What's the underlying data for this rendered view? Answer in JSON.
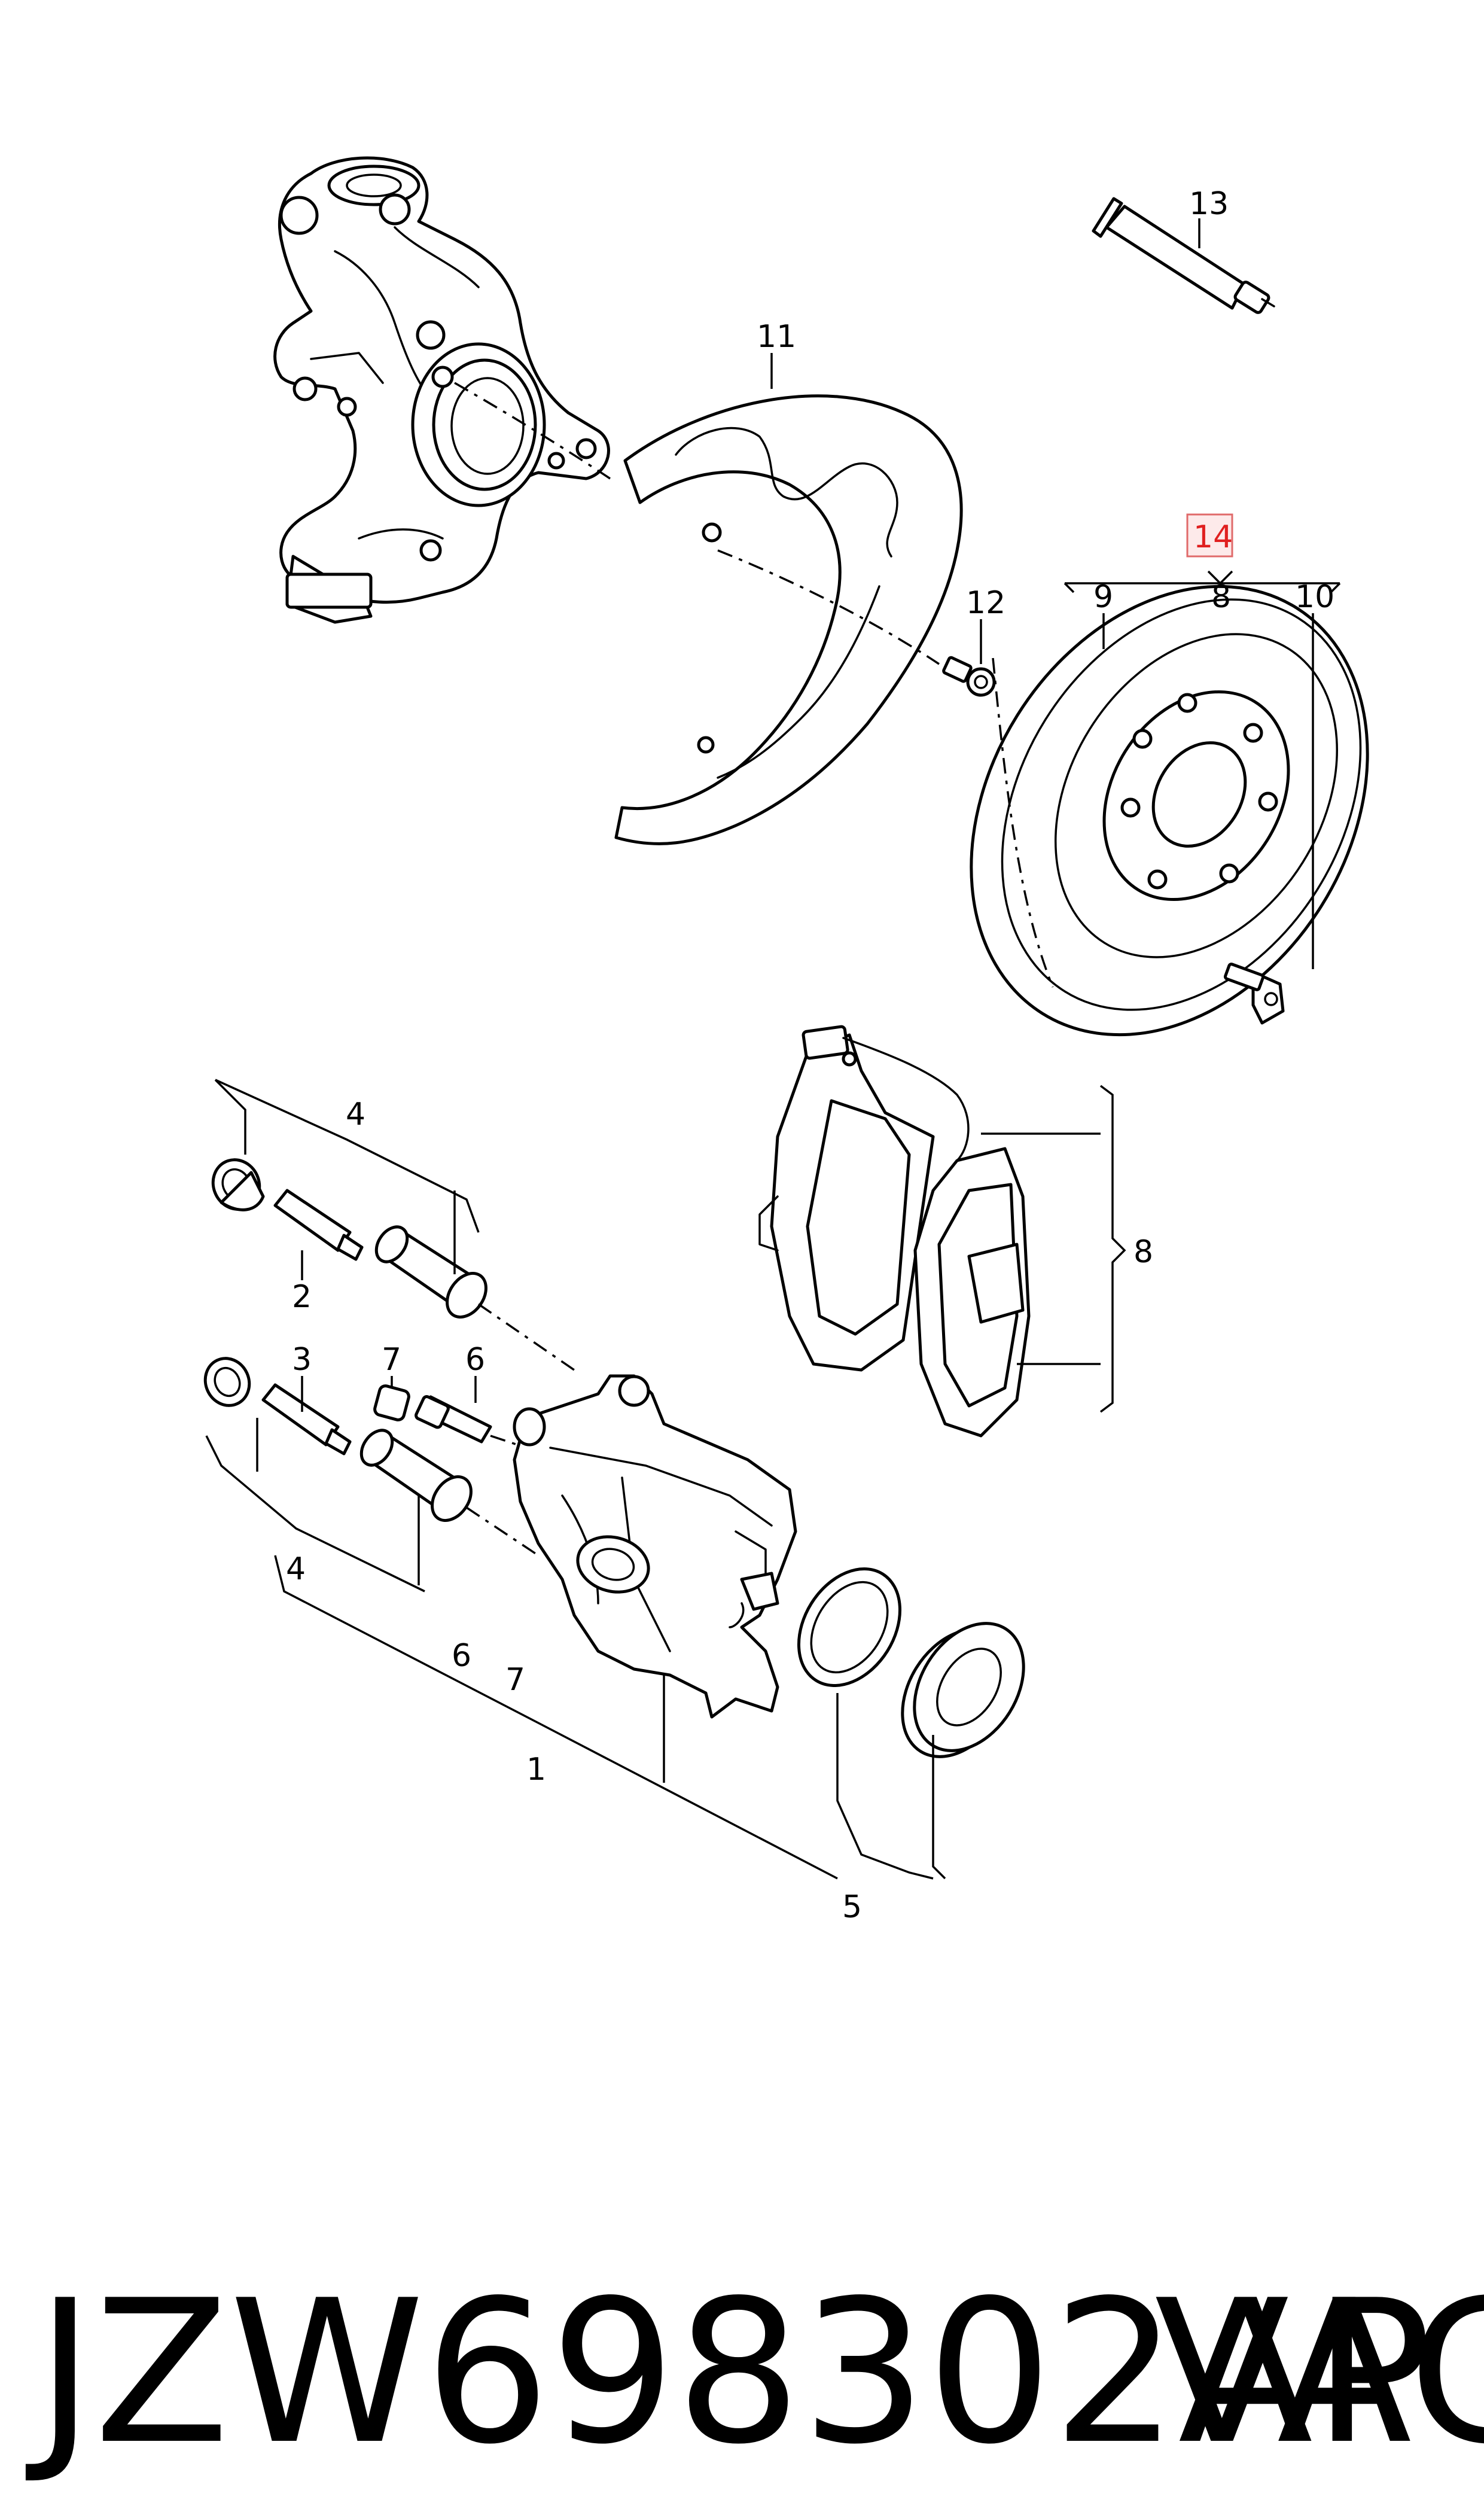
{
  "diagram": {
    "labels": {
      "p1": "1",
      "p2": "2",
      "p3": "3",
      "p4a": "4",
      "p4b": "4",
      "p5": "5",
      "p6a": "6",
      "p6b": "6",
      "p7a": "7",
      "p7b": "7",
      "p8a": "8",
      "p8b": "8",
      "p9": "9",
      "p10": "10",
      "p11": "11",
      "p12": "12",
      "p13": "13",
      "p14": "14"
    },
    "highlight_color": "#e02020"
  },
  "footer": {
    "part_number": "JZW698302AP",
    "brand": "VAG"
  }
}
